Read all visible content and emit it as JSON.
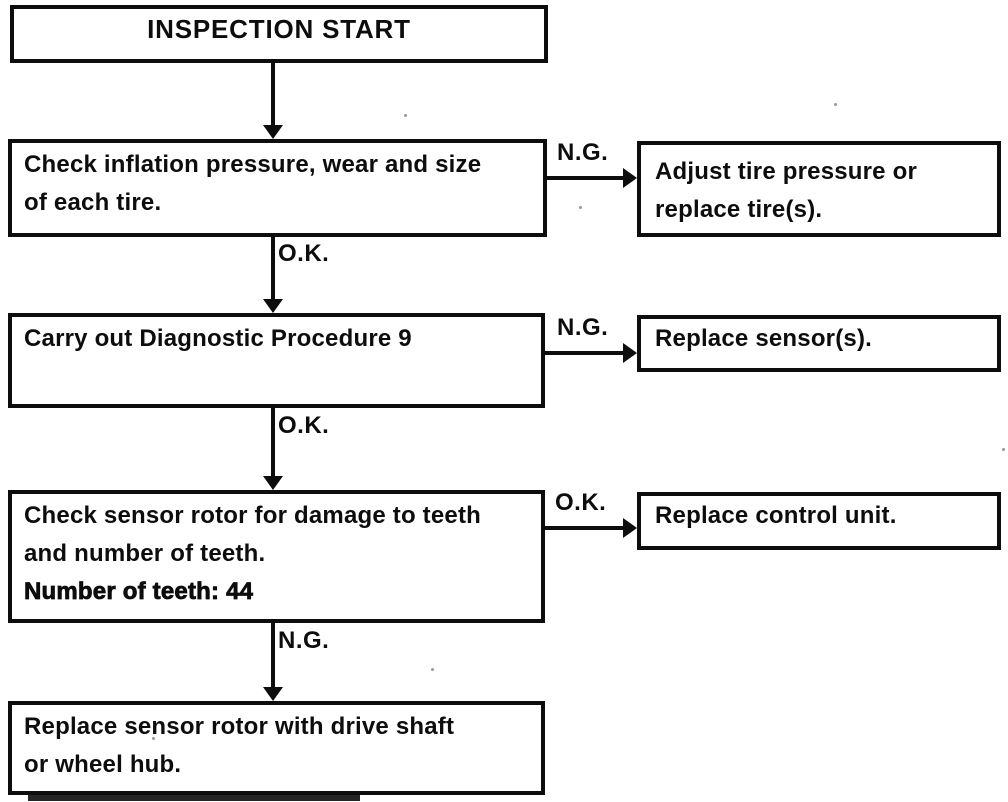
{
  "page": {
    "background": "#ffffff",
    "ink": "#0d0d0d"
  },
  "flowchart": {
    "start": {
      "label": "INSPECTION START"
    },
    "steps": {
      "check_tires": {
        "lines": [
          "Check inflation pressure, wear and size",
          "of each tire."
        ],
        "branch_right_label": "N.G.",
        "branch_down_label": "O.K."
      },
      "diagnostic_procedure": {
        "lines": [
          "Carry out Diagnostic Procedure 9"
        ],
        "branch_right_label": "N.G.",
        "branch_down_label": "O.K."
      },
      "check_sensor_rotor": {
        "lines": [
          "Check sensor rotor for damage to teeth",
          "and number of teeth."
        ],
        "spec": "Number of teeth: 44",
        "branch_right_label": "O.K.",
        "branch_down_label": "N.G."
      }
    },
    "actions": {
      "adjust_tires": {
        "lines": [
          "Adjust tire pressure or",
          "replace tire(s)."
        ]
      },
      "replace_sensors": {
        "lines": [
          "Replace sensor(s)."
        ]
      },
      "replace_control_unit": {
        "lines": [
          "Replace control unit."
        ]
      },
      "replace_sensor_rotor": {
        "lines": [
          "Replace sensor rotor with drive shaft",
          "or wheel hub."
        ]
      }
    }
  }
}
